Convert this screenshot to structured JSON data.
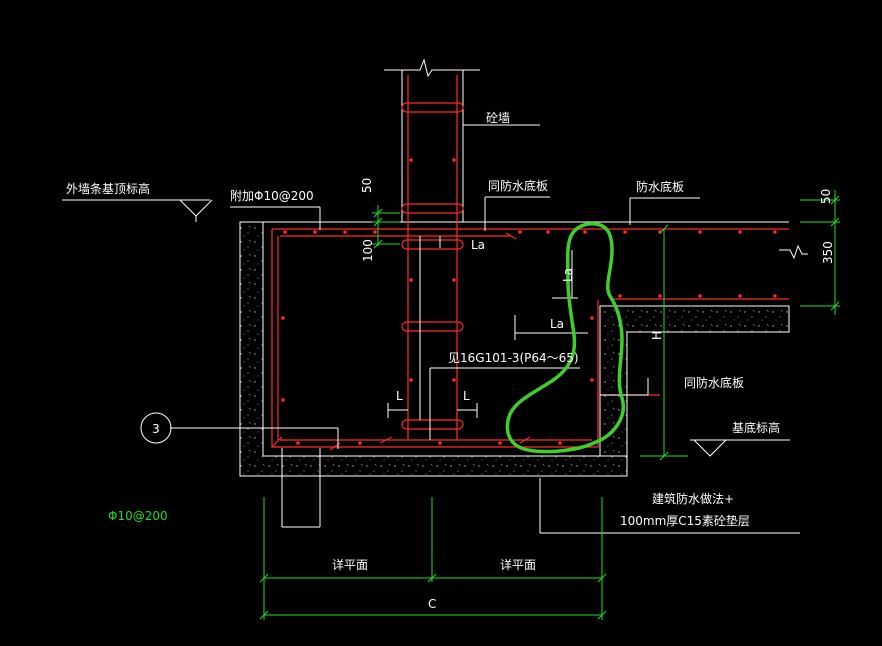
{
  "labels": {
    "wall": "砼墙",
    "outer_wall_top_elev": "外墙条基顶标高",
    "added_rebar": "附加Φ10@200",
    "same_as_raft_1": "同防水底板",
    "raft": "防水底板",
    "la_1": "La",
    "la_2": "La",
    "la_3": "La",
    "ref_atlas": "见16G101-3(P64～65)",
    "same_as_raft_2": "同防水底板",
    "base_elev": "基底标高",
    "l_left": "L",
    "l_right": "L",
    "callout_no": "3",
    "rebar_spec": "Φ10@200",
    "waterproof_line1": "建筑防水做法+",
    "waterproof_line2": "100mm厚C15素砼垫层",
    "detail_left": "详平面",
    "detail_right": "详平面",
    "dim_c": "C",
    "dim_h": "H",
    "dim_50_top": "50",
    "dim_350": "350",
    "dim_50_wall": "50",
    "dim_100": "100"
  },
  "colors": {
    "background": "#000000",
    "line_white": "#ffffff",
    "rebar_red": "#ff2a2a",
    "dimension_green": "#22dd22",
    "markup_green": "#3ecf2a"
  }
}
